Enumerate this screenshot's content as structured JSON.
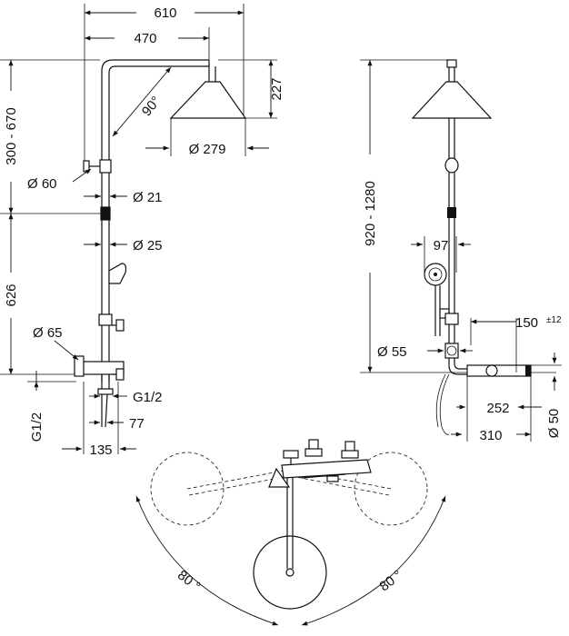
{
  "front_view": {
    "width_overall": "610",
    "arm_length": "470",
    "arm_angle": "90°",
    "head_height": "227",
    "head_diameter": "Ø 279",
    "height_range": "300 - 670",
    "connector_diameter_60": "Ø 60",
    "tube_diameter_21": "Ø 21",
    "tube_diameter_25": "Ø 25",
    "lower_height": "626",
    "mixer_diameter_65": "Ø 65",
    "thread_right": "G1/2",
    "thread_left": "G1/2",
    "offset_77": "77",
    "offset_135": "135"
  },
  "side_view": {
    "height_range": "920 - 1280",
    "holder_width": "97",
    "spout_length": "150",
    "spout_tolerance": "±12",
    "connector_diameter_55": "Ø 55",
    "mixer_length_252": "252",
    "mixer_length_310": "310",
    "mixer_diameter_50": "Ø 50"
  },
  "top_view": {
    "swivel_left": "80 °",
    "swivel_right": "80 °"
  }
}
